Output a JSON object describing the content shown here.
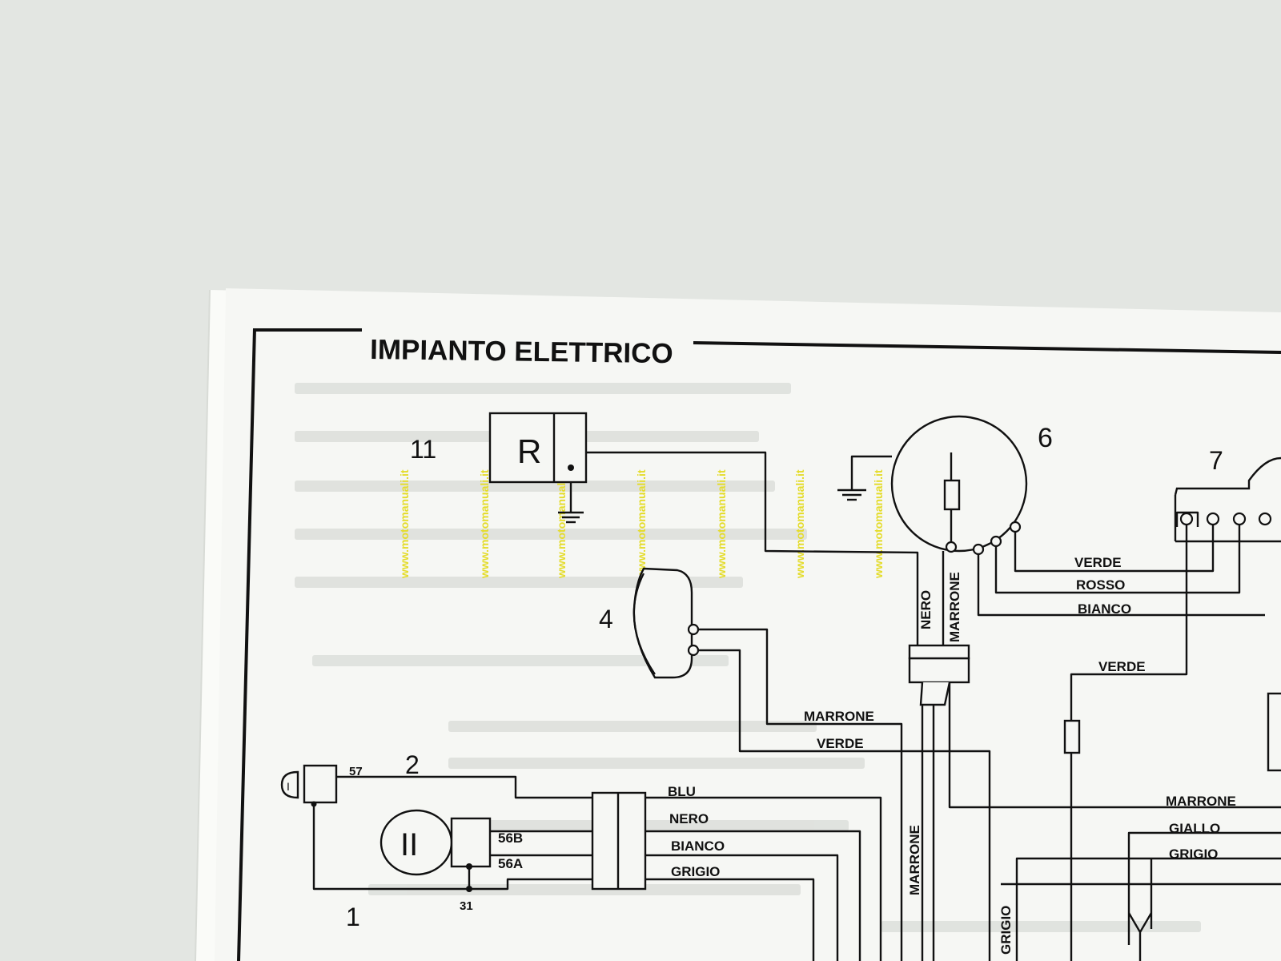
{
  "title": "IMPIANTO ELETTRICO",
  "watermark": "www.motomanuali.it",
  "components": {
    "c1": "1",
    "c2": "2",
    "c4": "4",
    "c6": "6",
    "c7": "7",
    "c11": "11",
    "regulator_letter": "R",
    "bulb_large": "II",
    "bulb_small": "I"
  },
  "terminals": {
    "t57": "57",
    "t56b": "56B",
    "t56a": "56A",
    "t31": "31"
  },
  "wires": {
    "verde_1": "VERDE",
    "rosso": "ROSSO",
    "bianco_1": "BIANCO",
    "verde_2": "VERDE",
    "nero_vertical": "NERO",
    "marrone_vertical_1": "MARRONE",
    "marrone_1": "MARRONE",
    "verde_3": "VERDE",
    "blu": "BLU",
    "nero": "NERO",
    "bianco_2": "BIANCO",
    "grigio_1": "GRIGIO",
    "marrone_vertical_2": "MARRONE",
    "marrone_2": "MARRONE",
    "giallo": "GIALLO",
    "grigio_2": "GRIGIO",
    "grigio_vertical": "GRIGIO"
  },
  "colors": {
    "background": "#e3e6e2",
    "page": "#f6f7f4",
    "ink": "#111111",
    "watermark": "#e4dc2a"
  }
}
